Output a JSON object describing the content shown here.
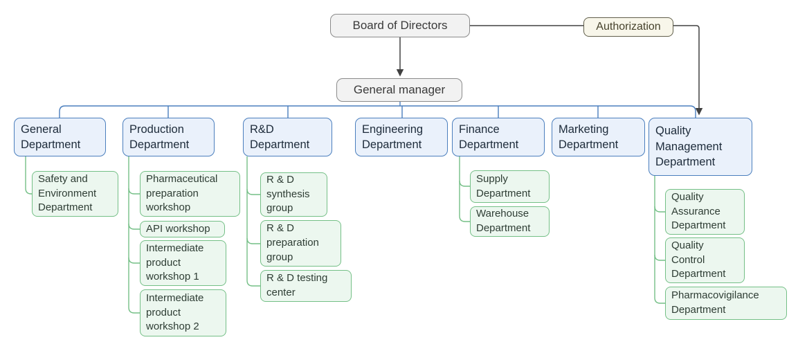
{
  "colors": {
    "dept_fill": "#eaf1fb",
    "dept_border": "#4a7ebd",
    "sub_fill": "#ecf7ef",
    "sub_border": "#74bf86",
    "top_fill": "#f2f2f2",
    "top_border": "#8a8a8a",
    "auth_fill": "#f8f6ea",
    "auth_border": "#605e4a",
    "line": "#404040"
  },
  "top": {
    "board": "Board of Directors",
    "authorization": "Authorization",
    "manager": "General manager"
  },
  "departments": [
    {
      "label": "General Department",
      "children": [
        {
          "label": "Safety and Environment Department"
        }
      ]
    },
    {
      "label": "Production Department",
      "children": [
        {
          "label": "Pharmaceutical preparation workshop"
        },
        {
          "label": "API workshop"
        },
        {
          "label": "Intermediate product workshop 1"
        },
        {
          "label": "Intermediate product workshop 2"
        }
      ]
    },
    {
      "label": "R&D Department",
      "children": [
        {
          "label": "R & D synthesis group"
        },
        {
          "label": "R & D preparation group"
        },
        {
          "label": "R & D testing center"
        }
      ]
    },
    {
      "label": "Engineering Department",
      "children": []
    },
    {
      "label": "Finance Department",
      "children": [
        {
          "label": "Supply Department"
        },
        {
          "label": "Warehouse Department"
        }
      ]
    },
    {
      "label": "Marketing Department",
      "children": []
    },
    {
      "label": "Quality Management Department",
      "children": [
        {
          "label": "Quality Assurance Department"
        },
        {
          "label": "Quality Control Department"
        },
        {
          "label": "Pharmacovigilance Department"
        }
      ]
    }
  ],
  "edges": [
    {
      "from": "Board of Directors",
      "to": "General manager",
      "type": "arrow"
    },
    {
      "from": "Board of Directors",
      "to": "Authorization",
      "type": "line"
    },
    {
      "from": "Authorization",
      "to": "Quality Management Department",
      "type": "arrow"
    },
    {
      "from": "General manager",
      "to": "all departments",
      "type": "rail"
    }
  ]
}
